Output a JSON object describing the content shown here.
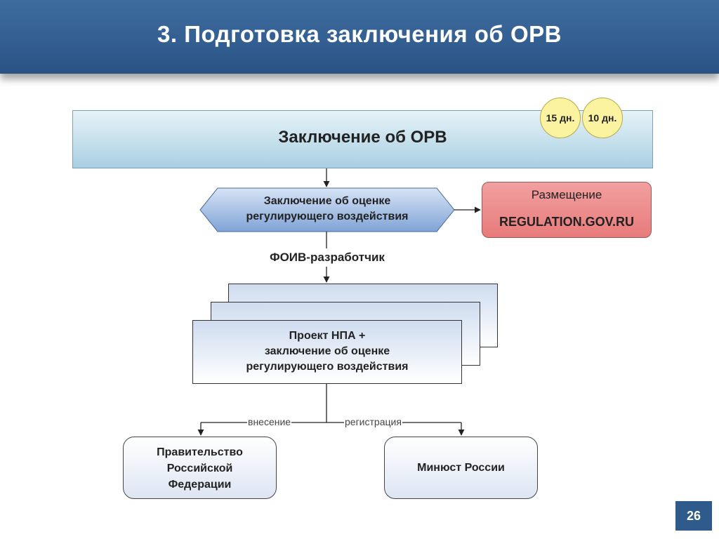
{
  "header": {
    "title": "3. Подготовка заключения об ОРВ"
  },
  "top_box": {
    "label": "Заключение об ОРВ"
  },
  "deadlines": {
    "first": "15 дн.",
    "second": "10 дн."
  },
  "assessment": {
    "line1": "Заключение об оценке",
    "line2": "регулирующего воздействия"
  },
  "placement": {
    "label": "Размещение",
    "site": "REGULATION.GOV.RU"
  },
  "developer": {
    "label": "ФОИВ-разработчик"
  },
  "draft": {
    "line1": "Проект НПА +",
    "line2": "заключение об оценке",
    "line3": "регулирующего воздействия"
  },
  "branches": {
    "submission": "внесение",
    "registration": "регистрация"
  },
  "government": {
    "line1": "Правительство",
    "line2": "Российской",
    "line3": "Федерации"
  },
  "ministry": {
    "label": "Минюст России"
  },
  "page": {
    "number": "26"
  },
  "colors": {
    "header": "#335f92",
    "top_box": "#a9cfe2",
    "deadline_circle": "#fbf3a0",
    "placement_box": "#e87b7b",
    "hexagon": "#7fa3d6"
  }
}
